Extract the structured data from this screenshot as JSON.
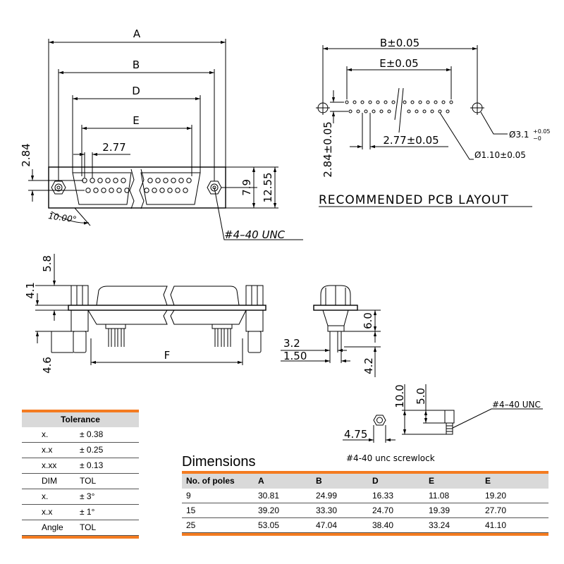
{
  "drawing": {
    "labels": {
      "A": "A",
      "B": "B",
      "D": "D",
      "E": "E",
      "F": "F",
      "pitch": "2.77",
      "h284": "2.84",
      "h79": "7.9",
      "h1255": "12.55",
      "angle": "10.00°",
      "thread": "#4–40 UNC",
      "h58": "5.8",
      "h41": "4.1",
      "h46": "4.6",
      "w32": "3.2",
      "w150": "1.50",
      "h60": "6.0",
      "h42": "4.2",
      "h100": "10.0",
      "h50": "5.0",
      "w475": "4.75",
      "thread_small": "#4–40 UNC",
      "screwlock": "#4-40 unc screwlock"
    },
    "pcb": {
      "B_tol": "B±0.05",
      "E_tol": "E±0.05",
      "pitch_tol": "2.77±0.05",
      "h_tol": "2.84±0.05",
      "hole_big": "Ø3.1",
      "hole_big_tol_plus": "+0.05",
      "hole_big_tol_minus": "−0",
      "hole_small": "Ø1.10±0.05",
      "title": "RECOMMENDED PCB LAYOUT"
    }
  },
  "tolerance": {
    "title": "Tolerance",
    "rows": [
      {
        "key": "x.",
        "value": "± 0.38"
      },
      {
        "key": "x.x",
        "value": "± 0.25"
      },
      {
        "key": "x.xx",
        "value": "± 0.13"
      },
      {
        "key": "DIM",
        "value": "TOL"
      },
      {
        "key": "x.",
        "value": "± 3°"
      },
      {
        "key": "x.x",
        "value": "± 1°"
      },
      {
        "key": "Angle",
        "value": "TOL"
      }
    ]
  },
  "dimensions": {
    "title": "Dimensions",
    "headers": [
      "No. of poles",
      "A",
      "B",
      "D",
      "E",
      "E"
    ],
    "rows": [
      [
        "9",
        "30.81",
        "24.99",
        "16.33",
        "11.08",
        "19.20"
      ],
      [
        "15",
        "39.20",
        "33.30",
        "24.70",
        "19.39",
        "27.70"
      ],
      [
        "25",
        "53.05",
        "47.04",
        "38.40",
        "33.24",
        "41.10"
      ]
    ]
  },
  "colors": {
    "accent": "#f47b20",
    "header_bg": "#d9d9d9"
  }
}
